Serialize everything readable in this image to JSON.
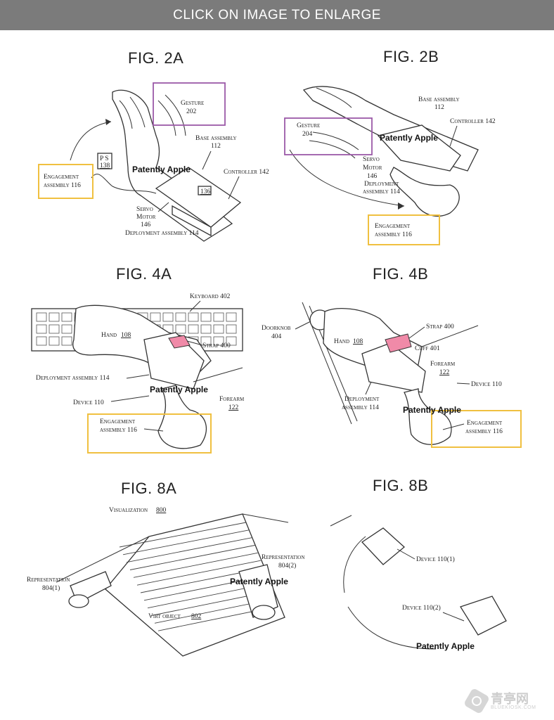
{
  "banner": {
    "text": "CLICK ON IMAGE TO ENLARGE"
  },
  "watermark": "Patently Apple",
  "figures": {
    "f2a": {
      "title": "FIG. 2A",
      "gesture": "Gesture",
      "gesture_num": "202",
      "base": "Base assembly",
      "base_num": "112",
      "ps": "P S",
      "ps_num": "138",
      "eng": "Engagement",
      "eng2": "assembly 116",
      "controller": "Controller 142",
      "box_num": "136",
      "servo": "Servo",
      "motor": "Motor",
      "servo_num": "146",
      "deploy": "Deployment assembly 114"
    },
    "f2b": {
      "title": "FIG. 2B",
      "base": "Base assembly",
      "base_num": "112",
      "controller": "Controller 142",
      "gesture": "Gesture",
      "gesture_num": "204",
      "servo": "Servo",
      "motor": "Motor",
      "servo_num": "146",
      "deploy": "Deployment",
      "deploy2": "assembly 114",
      "eng": "Engagement",
      "eng2": "assembly 116"
    },
    "f4a": {
      "title": "FIG. 4A",
      "keyboard": "Keyboard 402",
      "hand": "Hand",
      "hand_num": "108",
      "strap": "Strap 400",
      "deploy": "Deployment assembly 114",
      "device": "Device 110",
      "forearm": "Forearm",
      "forearm_num": "122",
      "eng": "Engagement",
      "eng2": "assembly 116"
    },
    "f4b": {
      "title": "FIG. 4B",
      "doorknob": "Doorknob",
      "doorknob_num": "404",
      "strap": "Strap 400",
      "hand": "Hand",
      "hand_num": "108",
      "cuff": "Cuff 401",
      "forearm": "Forearm",
      "forearm_num": "122",
      "device": "Device 110",
      "deploy": "Deployment",
      "deploy2": "assembly 114",
      "eng": "Engagement",
      "eng2": "assembly 116"
    },
    "f8a": {
      "title": "FIG. 8A",
      "vis": "Visualization",
      "vis_num": "800",
      "rep2": "Representation",
      "rep2_num": "804(2)",
      "rep1": "Representation",
      "rep1_num": "804(1)",
      "virt": "Virt object",
      "virt_num": "802"
    },
    "f8b": {
      "title": "FIG. 8B",
      "dev1": "Device 110(1)",
      "dev2": "Device 110(2)"
    }
  },
  "logo": {
    "cn": "青亭网",
    "en": "BLUEKIOSK.COM"
  },
  "colors": {
    "banner_bg": "#7b7b7b",
    "purple": "#9b59a8",
    "yellow": "#f0c040",
    "strap": "#f08aa8"
  }
}
